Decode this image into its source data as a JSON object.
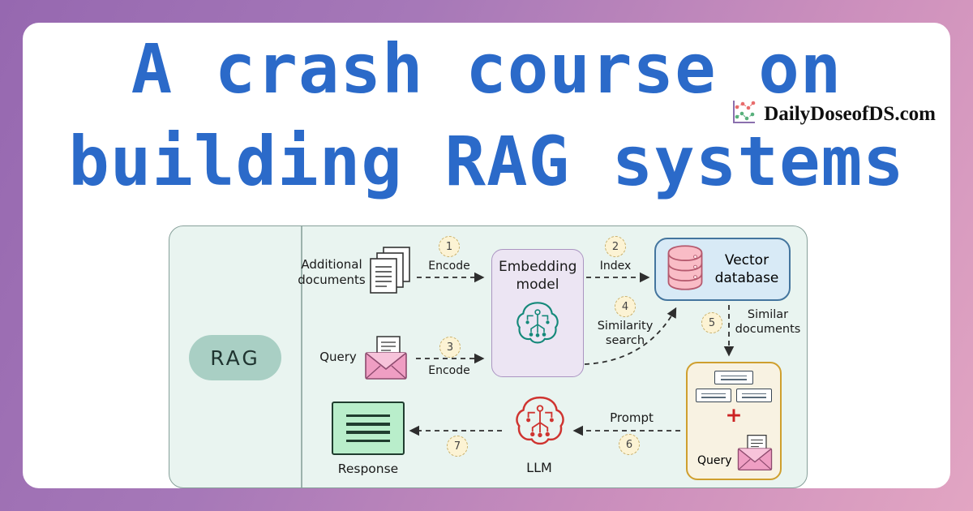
{
  "title": {
    "line1": "A crash course on",
    "line2": "building RAG systems"
  },
  "brand": {
    "name": "DailyDoseofDS.com"
  },
  "diagram": {
    "rag_label": "RAG",
    "nodes": {
      "additional_documents": "Additional documents",
      "query_input": "Query",
      "embedding_model": "Embedding model",
      "vector_database": "Vector database",
      "llm": "LLM",
      "response": "Response",
      "query_prompt": "Query",
      "plus": "+"
    },
    "steps": [
      {
        "num": "1",
        "label": "Encode"
      },
      {
        "num": "2",
        "label": "Index"
      },
      {
        "num": "3",
        "label": "Encode"
      },
      {
        "num": "4",
        "label": "Similarity search"
      },
      {
        "num": "5",
        "label": "Similar documents"
      },
      {
        "num": "6",
        "label": "Prompt"
      },
      {
        "num": "7",
        "label": ""
      }
    ]
  },
  "colors": {
    "title_blue": "#2b6ac9",
    "background_gradient_start": "#9668b0",
    "background_gradient_end": "#e2a5c2",
    "teal_accent": "#15897a",
    "llm_red": "#cf3430",
    "db_pink": "#f9bcc6",
    "rag_pill_teal": "#a9cfc4",
    "step_badge_yellow": "#fcf3d4"
  }
}
